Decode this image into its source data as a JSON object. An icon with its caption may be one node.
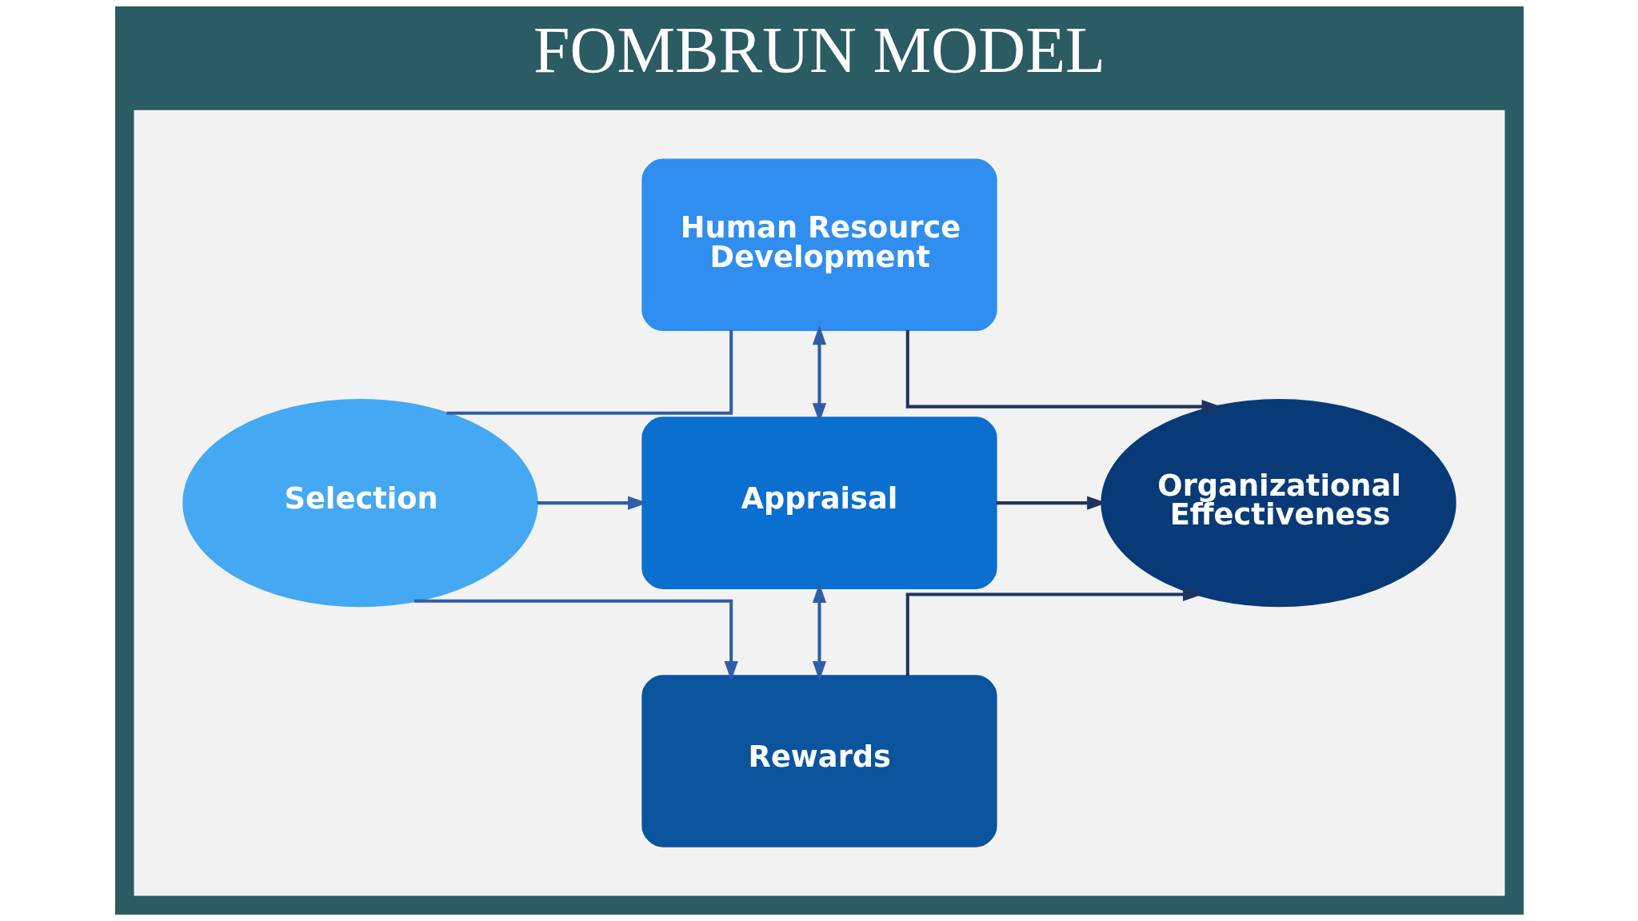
{
  "diagram": {
    "title": "FOMBRUN MODEL",
    "nodes": [
      {
        "text": [],
        "shape": "box"
      },
      {
        "text": [
          "Selection"
        ],
        "in": 0
      },
      {
        "text": [
          "Human Resource Development"
        ],
        "in": 0
      },
      {
        "text": [
          "Appraisal"
        ],
        "in": 0
      },
      {
        "text": [
          "Rewards"
        ],
        "in": 0
      },
      {
        "text": [
          "Organizational Effectiveness"
        ],
        "in": 0
      }
    ],
    "edges": [
      {
        "from": 1,
        "to": 2,
        "arrow": "none"
      },
      {
        "from": 1,
        "to": 3,
        "arrow": "to"
      },
      {
        "from": 1,
        "to": 4,
        "arrow": "to"
      },
      {
        "from": 2,
        "to": 3,
        "arrow": "both"
      },
      {
        "from": 3,
        "to": 4,
        "arrow": "both"
      },
      {
        "from": 2,
        "to": 5,
        "arrow": "to",
        "color": "#1d3560"
      },
      {
        "from": 3,
        "to": 5,
        "arrow": "to",
        "color": "#1d3560"
      },
      {
        "from": 4,
        "to": 5,
        "arrow": "to",
        "color": "#1d3560"
      }
    ]
  }
}
